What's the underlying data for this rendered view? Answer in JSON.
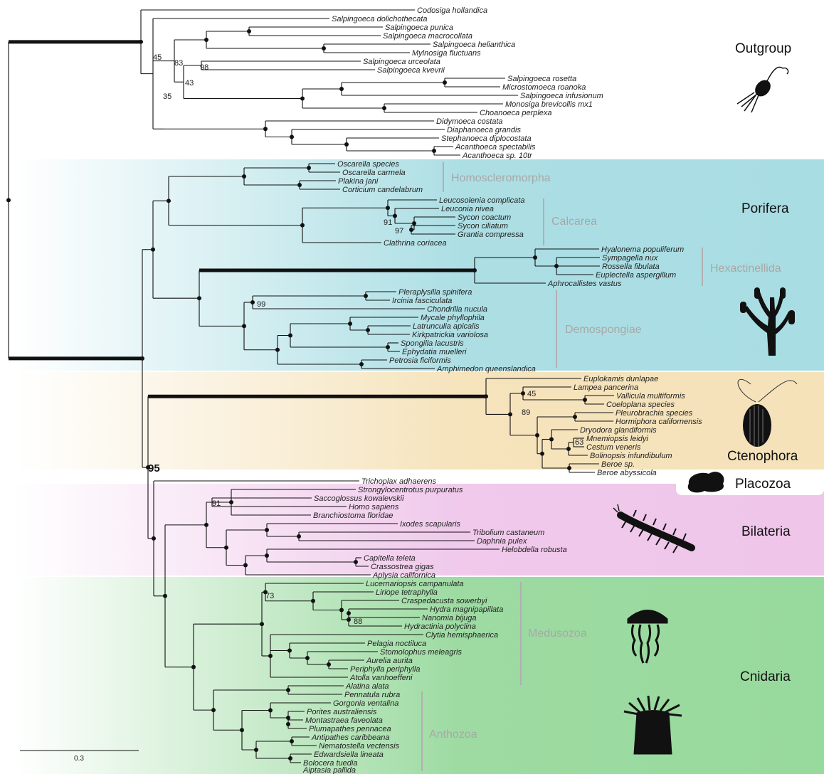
{
  "clades": {
    "outgroup": "Outgroup",
    "porifera": "Porifera",
    "ctenophora": "Ctenophora",
    "placozoa": "Placozoa",
    "bilateria": "Bilateria",
    "cnidaria": "Cnidaria"
  },
  "subclades": {
    "homoscleromorpha": "Homoscleromorpha",
    "calcarea": "Calcarea",
    "hexactinellida": "Hexactinellida",
    "demospongiae": "Demospongiae",
    "medusozoa": "Medusozoa",
    "anthozoa": "Anthozoa"
  },
  "colors": {
    "porifera": "#a8dde3",
    "ctenophora": "#f5e2b9",
    "placozoa": "#ffffff",
    "bilateria": "#efc6ea",
    "cnidaria": "#98d99d",
    "subclade_label": "#a8a8a8"
  },
  "silhouettes": [
    "choanoflagellate-icon",
    "sponge-icon",
    "ctenophore-icon",
    "trichoplax-icon",
    "velvet-worm-icon",
    "jellyfish-icon",
    "sea-anemone-icon"
  ],
  "scale_bar": {
    "label": "0.3"
  },
  "taxa": [
    "Codosiga hollandica",
    "Salpingoeca dolichothecata",
    "Salpingoeca punica",
    "Salpingoeca macrocollata",
    "Salpingoeca helianthica",
    "Mylnosiga fluctuans",
    "Salpingoeca urceolata",
    "Salpingoeca kvevrii",
    "Salpingoeca rosetta",
    "Microstomoeca roanoka",
    "Salpingoeca infusionum",
    "Monosiga brevicollis mx1",
    "Choanoeca perplexa",
    "Didymoeca costata",
    "Diaphanoeca grandis",
    "Stephanoeca diplocostata",
    "Acanthoeca spectabilis",
    "Acanthoeca sp. 10tr",
    "Oscarella species",
    "Oscarella carmela",
    "Plakina jani",
    "Corticium candelabrum",
    "Leucosolenia complicata",
    "Leuconia nivea",
    "Sycon coactum",
    "Sycon ciliatum",
    "Grantia compressa",
    "Clathrina coriacea",
    "Hyalonema populiferum",
    "Sympagella nux",
    "Rossella fibulata",
    "Euplectella aspergillum",
    "Aphrocallistes vastus",
    "Pleraplysilla spinifera",
    "Ircinia fasciculata",
    "Chondrilla nucula",
    "Mycale phyllophila",
    "Latrunculia apicalis",
    "Kirkpatrickia variolosa",
    "Spongilla lacustris",
    "Ephydatia muelleri",
    "Petrosia ficiformis",
    "Amphimedon queenslandica",
    "Euplokamis dunlapae",
    "Lampea pancerina",
    "Vallicula multiformis",
    "Coeloplana species",
    "Pleurobrachia species",
    "Hormiphora californensis",
    "Dryodora glandiformis",
    "Mnemiopsis leidyi",
    "Cestum veneris",
    "Bolinopsis infundibulum",
    "Beroe sp.",
    "Beroe abyssicola",
    "Trichoplax adhaerens",
    "Strongylocentrotus purpuratus",
    "Saccoglossus kowalevskii",
    "Homo sapiens",
    "Branchiostoma floridae",
    "Ixodes scapularis",
    "Tribolium castaneum",
    "Daphnia pulex",
    "Helobdella robusta",
    "Capitella teleta",
    "Crassostrea gigas",
    "Aplysia californica",
    "Lucernariopsis campanulata",
    "Liriope tetraphylla",
    "Craspedacusta sowerbyi",
    "Hydra magnipapillata",
    "Nanomia bijuga",
    "Hydractinia polyclina",
    "Clytia hemisphaerica",
    "Pelagia noctiluca",
    "Stomolophus meleagris",
    "Aurelia aurita",
    "Periphylla periphylla",
    "Atolla vanhoeffeni",
    "Alatina alata",
    "Pennatula rubra",
    "Gorgonia ventalina",
    "Porites australiensis",
    "Montastraea faveolata",
    "Plumapathes pennacea",
    "Antipathes caribbeana",
    "Nematostella vectensis",
    "Edwardsiella lineata",
    "Bolocera tuedia",
    "Aiptasia pallida"
  ],
  "support_values": [
    "45",
    "83",
    "98",
    "43",
    "35",
    "91",
    "97",
    "99",
    "45",
    "89",
    "63",
    "95",
    "91",
    "73",
    "88"
  ]
}
